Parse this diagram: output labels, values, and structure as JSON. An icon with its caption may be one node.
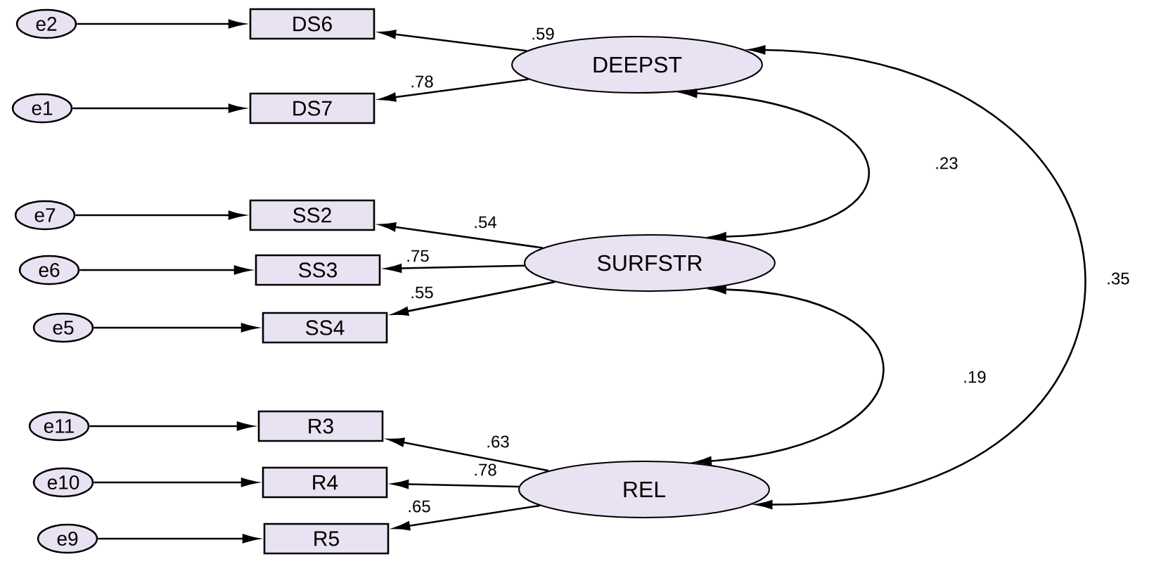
{
  "diagram": {
    "nodes": [
      {
        "text": [
          "e2"
        ]
      },
      {
        "text": [
          "DS6"
        ]
      },
      {
        "text": [
          "e1"
        ]
      },
      {
        "text": [
          "DS7"
        ]
      },
      {
        "text": [
          "DEEPST"
        ]
      },
      {
        "text": [
          "e7"
        ]
      },
      {
        "text": [
          "SS2"
        ]
      },
      {
        "text": [
          "e6"
        ]
      },
      {
        "text": [
          "SS3"
        ]
      },
      {
        "text": [
          "e5"
        ]
      },
      {
        "text": [
          "SS4"
        ]
      },
      {
        "text": [
          "SURFSTR"
        ]
      },
      {
        "text": [
          "e11"
        ]
      },
      {
        "text": [
          "R3"
        ]
      },
      {
        "text": [
          "e10"
        ]
      },
      {
        "text": [
          "R4"
        ]
      },
      {
        "text": [
          "e9"
        ]
      },
      {
        "text": [
          "R5"
        ]
      },
      {
        "text": [
          "REL"
        ]
      }
    ],
    "edges": [
      {
        "from": 0,
        "to": 1,
        "arrow": "to"
      },
      {
        "from": 4,
        "to": 1,
        "arrow": "to",
        "label": ".59"
      },
      {
        "from": 2,
        "to": 3,
        "arrow": "to"
      },
      {
        "from": 4,
        "to": 3,
        "arrow": "to",
        "label": ".78"
      },
      {
        "from": 5,
        "to": 6,
        "arrow": "to"
      },
      {
        "from": 11,
        "to": 6,
        "arrow": "to",
        "label": ".54"
      },
      {
        "from": 7,
        "to": 8,
        "arrow": "to"
      },
      {
        "from": 11,
        "to": 8,
        "arrow": "to",
        "label": ".75"
      },
      {
        "from": 9,
        "to": 10,
        "arrow": "to"
      },
      {
        "from": 11,
        "to": 10,
        "arrow": "to",
        "label": ".55"
      },
      {
        "from": 12,
        "to": 13,
        "arrow": "to"
      },
      {
        "from": 18,
        "to": 13,
        "arrow": "to",
        "label": ".63"
      },
      {
        "from": 14,
        "to": 15,
        "arrow": "to"
      },
      {
        "from": 18,
        "to": 15,
        "arrow": "to",
        "label": ".78"
      },
      {
        "from": 16,
        "to": 17,
        "arrow": "to"
      },
      {
        "from": 18,
        "to": 17,
        "arrow": "to",
        "label": ".65"
      },
      {
        "from": 4,
        "to": 11,
        "arrow": "both",
        "label": ".23"
      },
      {
        "from": 4,
        "to": 18,
        "arrow": "both",
        "label": ".35"
      },
      {
        "from": 11,
        "to": 18,
        "arrow": "both",
        "label": ".19"
      }
    ]
  }
}
